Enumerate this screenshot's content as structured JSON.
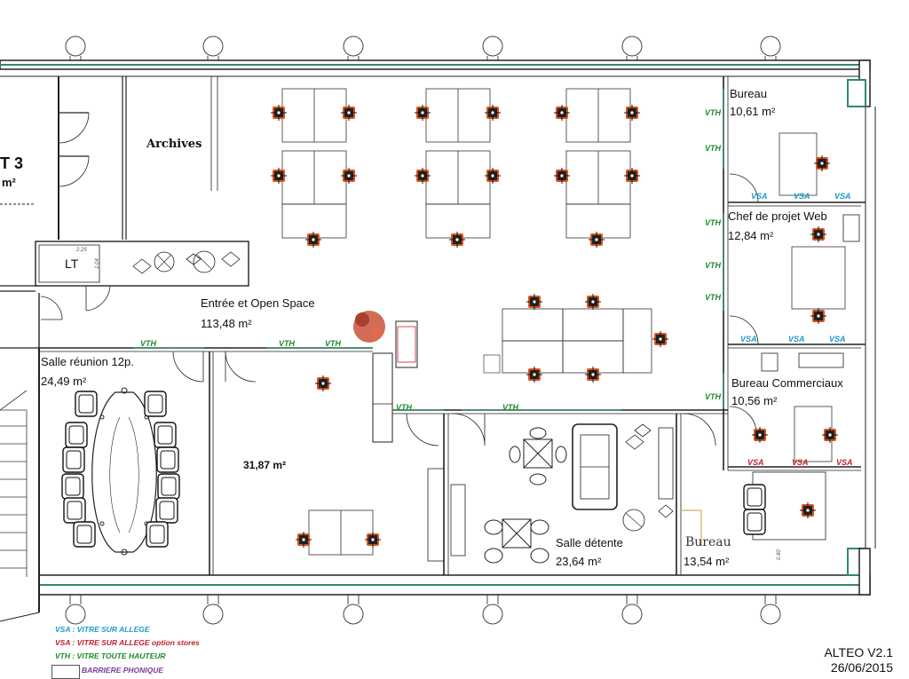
{
  "rooms": {
    "partial_code": "T 3",
    "partial_area": "m²",
    "archives": "Archives",
    "lt": "LT",
    "open_space_name": "Entrée et  Open Space",
    "open_space_area": "113,48 m²",
    "meeting_name": "Salle réunion 12p.",
    "meeting_area": "24,49 m²",
    "office_center_area": "31,87 m²",
    "bureau1_name": "Bureau",
    "bureau1_area": "10,61 m²",
    "chef_name": "Chef de projet Web",
    "chef_area": "12,84 m²",
    "commercial_name": "Bureau Commerciaux",
    "commercial_area": "10,56 m²",
    "detente_name": "Salle détente",
    "detente_area": "23,64 m²",
    "bureau2_name": "Bureau",
    "bureau2_area": "13,54 m²"
  },
  "glass_tags": {
    "vth": "VTH",
    "vsa": "VSA"
  },
  "dimensions": {
    "lt_w": "2.25",
    "lt_h": "1.04",
    "door": "0.80"
  },
  "legend": {
    "vsa": "VSA : VITRE SUR ALLEGE",
    "vsa_red": "VSA : VITRE SUR ALLEGE option stores",
    "vth": "VTH : VITRE TOUTE HAUTEUR",
    "phonic": "BARRIERE PHONIQUE"
  },
  "version": {
    "name": "ALTEO V2.1",
    "date": "26/06/2015"
  },
  "colors": {
    "vth": "#1a8a2a",
    "vsa": "#1f9ac6",
    "vsa_red": "#c2202a",
    "chair": "#d9531e",
    "glass": "#2f8a6e",
    "plant": "#c9523a"
  }
}
